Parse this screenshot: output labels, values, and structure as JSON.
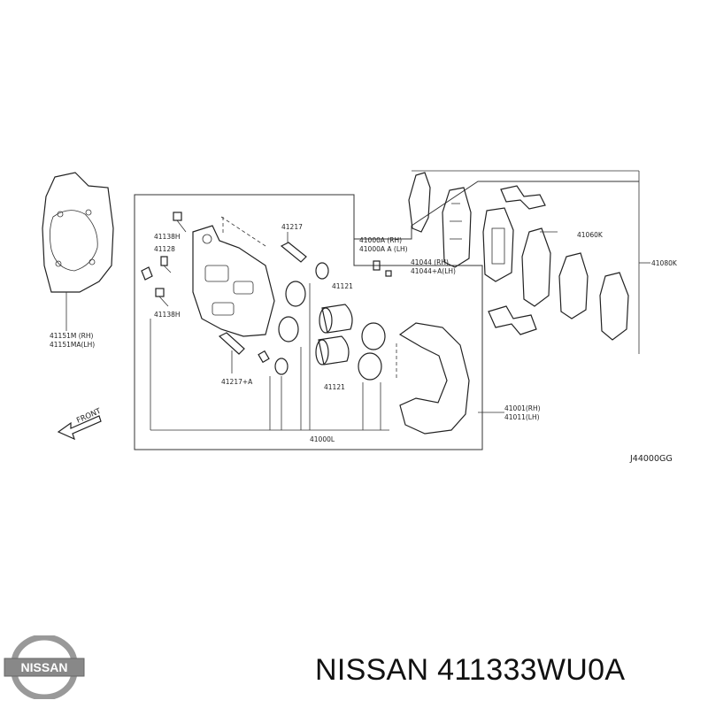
{
  "diagram": {
    "callouts": {
      "backing_plate": [
        "41151M (RH)",
        "41151MA(LH)"
      ],
      "bolt_upper": "41138H",
      "bleeder": "41128",
      "bolt_lower": "41138H",
      "pin": "41217",
      "pin_a": "41217+A",
      "piston_seal": "41121",
      "piston": "41121",
      "caliper_assy": [
        "41000A (RH)",
        "41000A A (LH)"
      ],
      "bracket_bolt": [
        "41044 (RH)",
        "41044+A(LH)"
      ],
      "shim_kit": "41080K",
      "pad_kit": "41060K",
      "caliper_kit": "41000L",
      "support": [
        "41001(RH)",
        "41011(LH)"
      ],
      "front_label": "FRONT"
    },
    "code": "J44000GG"
  },
  "brand": {
    "logo_text": "NISSAN"
  },
  "caption": {
    "text": "NISSAN 411333WU0A"
  }
}
